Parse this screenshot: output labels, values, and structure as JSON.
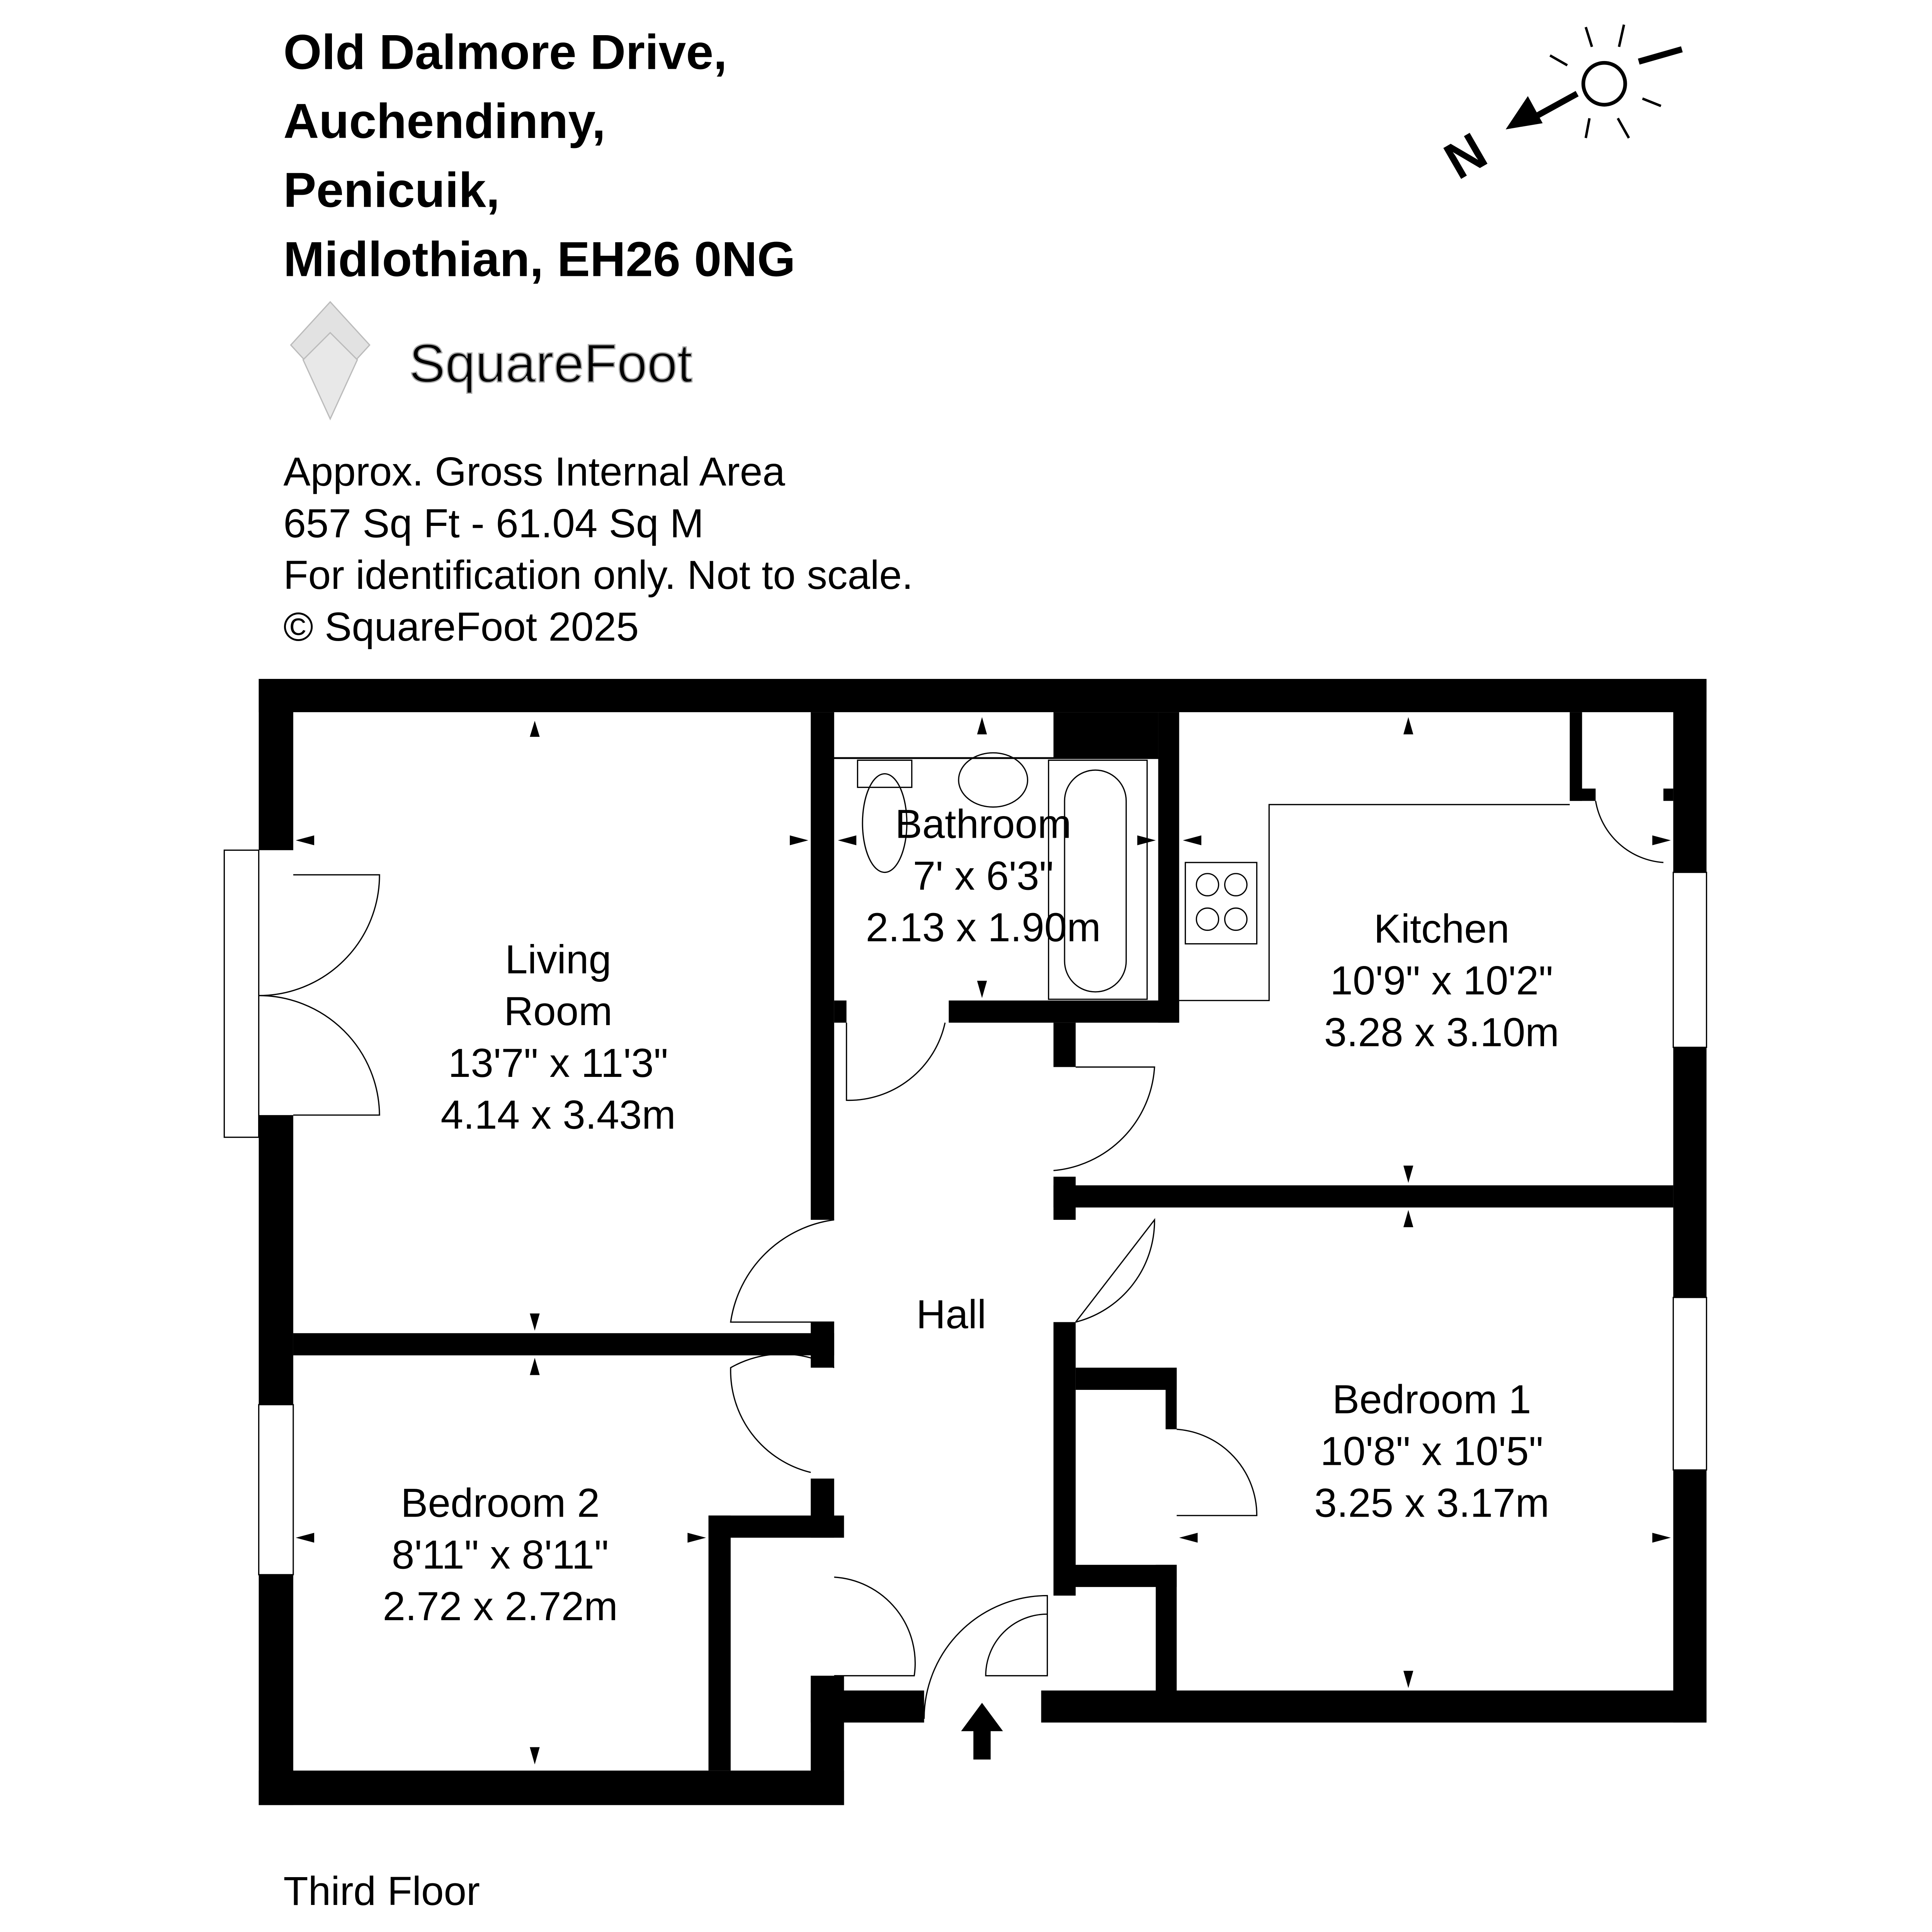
{
  "address": {
    "line1": "Old Dalmore Drive,",
    "line2": "Auchendinny,",
    "line3": "Penicuik,",
    "line4": "Midlothian, EH26 0NG"
  },
  "logo": {
    "text": "SquareFoot"
  },
  "compass": {
    "label": "N"
  },
  "info": {
    "line1": "Approx. Gross Internal Area",
    "line2": "657 Sq Ft  -  61.04 Sq M",
    "line3": "For identification only. Not to scale.",
    "line4": "© SquareFoot 2025"
  },
  "rooms": {
    "living": {
      "name1": "Living",
      "name2": "Room",
      "imperial": "13'7\" x 11'3\"",
      "metric": "4.14 x 3.43m"
    },
    "bathroom": {
      "name": "Bathroom",
      "imperial": "7' x 6'3\"",
      "metric": "2.13 x 1.90m"
    },
    "kitchen": {
      "name": "Kitchen",
      "imperial": "10'9\" x 10'2\"",
      "metric": "3.28 x 3.10m"
    },
    "hall": {
      "name": "Hall"
    },
    "bedroom1": {
      "name": "Bedroom 1",
      "imperial": "10'8\" x 10'5\"",
      "metric": "3.25 x 3.17m"
    },
    "bedroom2": {
      "name": "Bedroom 2",
      "imperial": "8'11\" x 8'11\"",
      "metric": "2.72 x 2.72m"
    }
  },
  "floor_label": "Third Floor"
}
